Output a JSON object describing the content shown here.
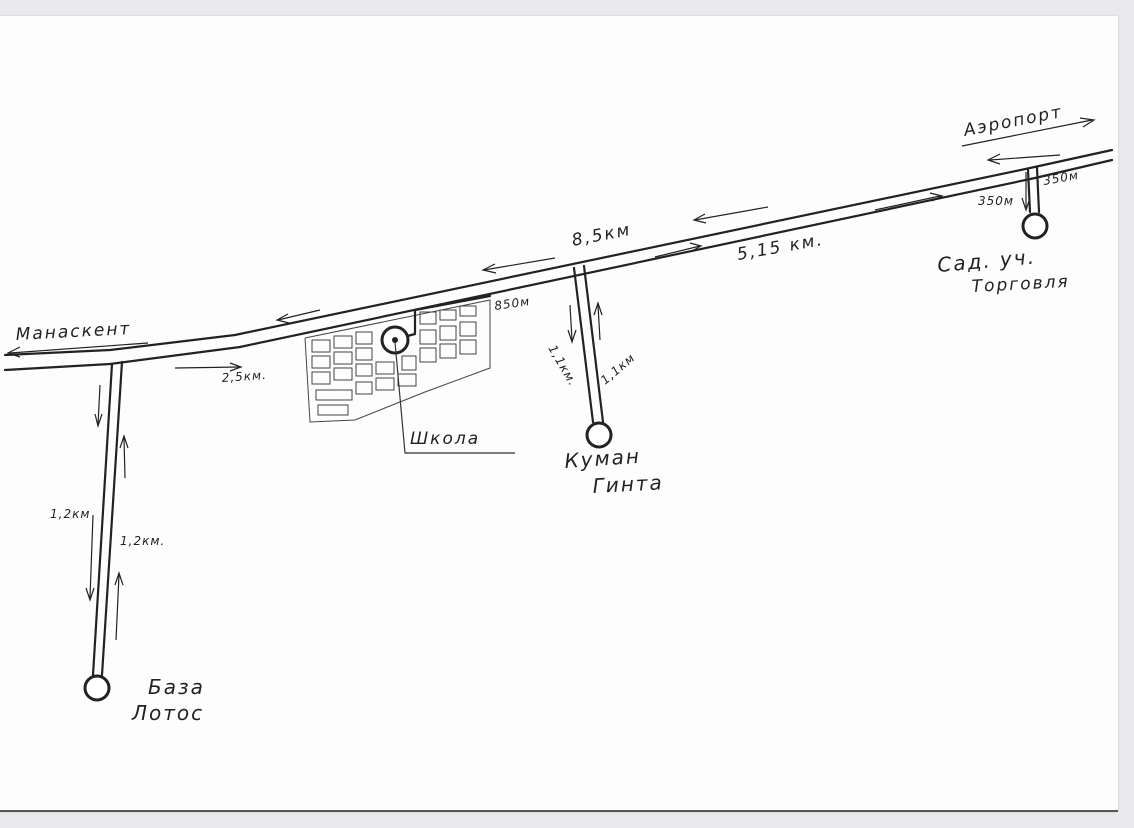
{
  "labels": {
    "aeroport": "Аэропорт",
    "manaskent": "Манаскент",
    "dist_8_5": "8,5км",
    "dist_5_15": "5,15 км.",
    "dist_2_5": "2,5км.",
    "dist_850": "850м",
    "dist_1_1_left": "1,1км.",
    "dist_1_1_right": "1,1км",
    "dist_1_2_left": "1,2км",
    "dist_1_2_right": "1,2км.",
    "dist_350_left": "350м",
    "dist_350_right": "350м",
    "sad_line1": "Сад. уч.",
    "sad_line2": "Торговля",
    "kuman_line1": "Куман",
    "kuman_line2": "Гинта",
    "baza_line1": "База",
    "baza_line2": "Лотос",
    "shkola": "Школа"
  },
  "colors": {
    "ink": "#222222",
    "paper": "#fdfdfd",
    "background": "#e9e9ec"
  }
}
